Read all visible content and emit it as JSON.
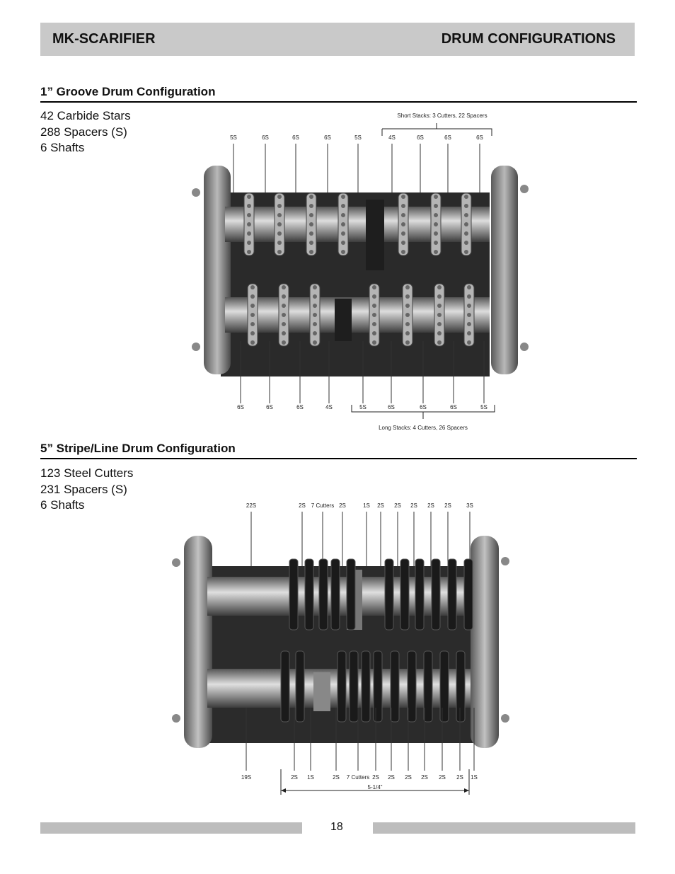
{
  "header": {
    "left_title": "MK-SCARIFIER",
    "right_title": "DRUM CONFIGURATIONS"
  },
  "section1": {
    "title": "1” Groove Drum Configuration",
    "specs": [
      "42 Carbide Stars",
      "288 Spacers (S)",
      "6 Shafts"
    ],
    "figure": {
      "top_callout": "Short Stacks: 3 Cutters, 22  Spacers",
      "top_labels": [
        "5S",
        "6S",
        "6S",
        "6S",
        "5S",
        "4S",
        "6S",
        "6S",
        "6S"
      ],
      "bottom_labels": [
        "6S",
        "6S",
        "6S",
        "4S",
        "5S",
        "6S",
        "6S",
        "6S",
        "5S"
      ],
      "bottom_callout": "Long Stacks: 4 Cutters, 26 Spacers"
    }
  },
  "section2": {
    "title": "5” Stripe/Line Drum Configuration",
    "specs": [
      "123 Steel Cutters",
      "231 Spacers (S)",
      "6 Shafts"
    ],
    "figure": {
      "top_labels": [
        "22S",
        "2S",
        "7 Cutters",
        "2S",
        "1S",
        "2S",
        "2S",
        "2S",
        "2S",
        "2S",
        "3S"
      ],
      "bottom_labels": [
        "19S",
        "2S",
        "1S",
        "2S",
        "7 Cutters",
        "2S",
        "2S",
        "2S",
        "2S",
        "2S",
        "2S",
        "1S"
      ],
      "dimension": "5-1/4”"
    }
  },
  "footer": {
    "page_number": "18"
  }
}
